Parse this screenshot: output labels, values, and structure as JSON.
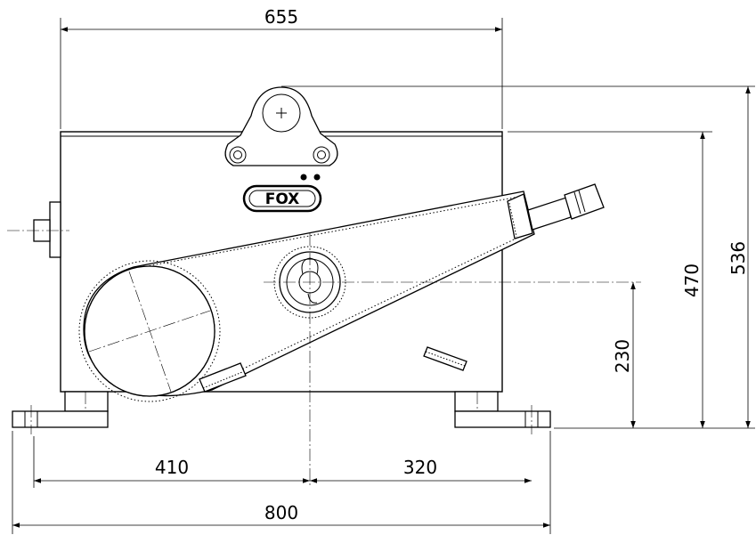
{
  "dimensions": {
    "top_width": "655",
    "height_total": "536",
    "height_body": "470",
    "height_axis": "230",
    "left_to_axis": "410",
    "axis_to_right": "320",
    "overall_width": "800"
  },
  "logo": {
    "text": "FOX"
  }
}
